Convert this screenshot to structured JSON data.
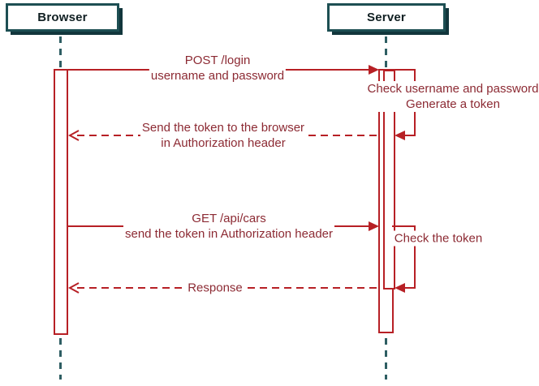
{
  "actors": {
    "browser": {
      "label": "Browser"
    },
    "server": {
      "label": "Server"
    }
  },
  "messages": {
    "post_login": {
      "line1": "POST /login",
      "line2": "username and password",
      "type": "solid-arrow",
      "from": "Browser",
      "to": "Server"
    },
    "check_password": {
      "line1": "Check username and password",
      "line2": "Generate a token",
      "type": "self-call",
      "actor": "Server"
    },
    "send_token": {
      "line1": "Send the token to the browser",
      "line2": "in Authorization header",
      "type": "dashed-arrow",
      "from": "Server",
      "to": "Browser"
    },
    "get_cars": {
      "line1": "GET /api/cars",
      "line2": "send the token in Authorization header",
      "type": "solid-arrow",
      "from": "Browser",
      "to": "Server"
    },
    "check_token": {
      "line1": "Check the token",
      "type": "self-call",
      "actor": "Server"
    },
    "response": {
      "line1": "Response",
      "type": "dashed-arrow",
      "from": "Server",
      "to": "Browser"
    }
  },
  "colors": {
    "actor_border": "#1d4f53",
    "actor_shadow": "#12363c",
    "lifeline_teal": "#2e5e63",
    "message_red": "#b72025",
    "label_text": "#8c2a33",
    "background": "#ffffff"
  }
}
